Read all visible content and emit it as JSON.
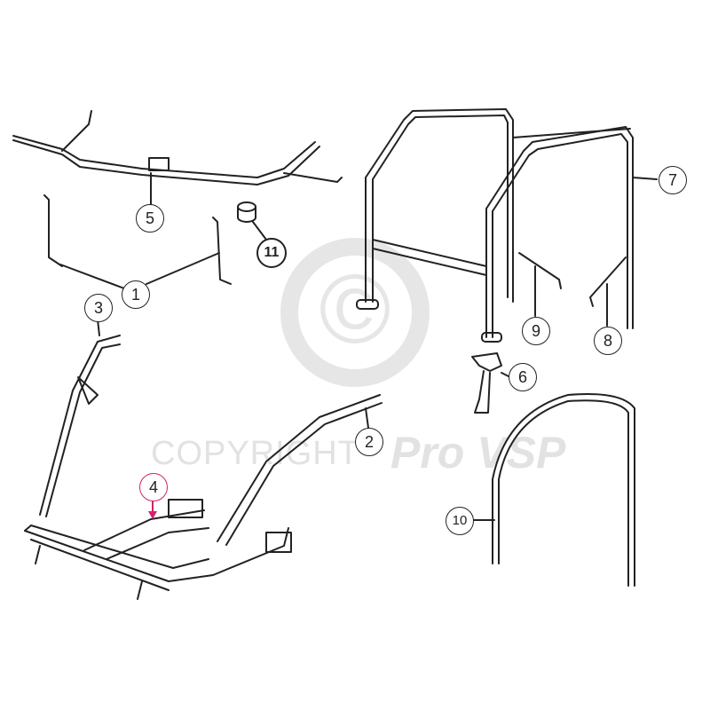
{
  "watermark": {
    "copyright_symbol": "©",
    "text": "COPYRIGHT",
    "brand": "Pro VSP"
  },
  "callouts": [
    "1",
    "2",
    "3",
    "4",
    "5",
    "6",
    "7",
    "8",
    "9",
    "10",
    "11"
  ],
  "colors": {
    "line": "#222222",
    "highlight": "#d4206a",
    "watermark": "#e2e2e2"
  }
}
